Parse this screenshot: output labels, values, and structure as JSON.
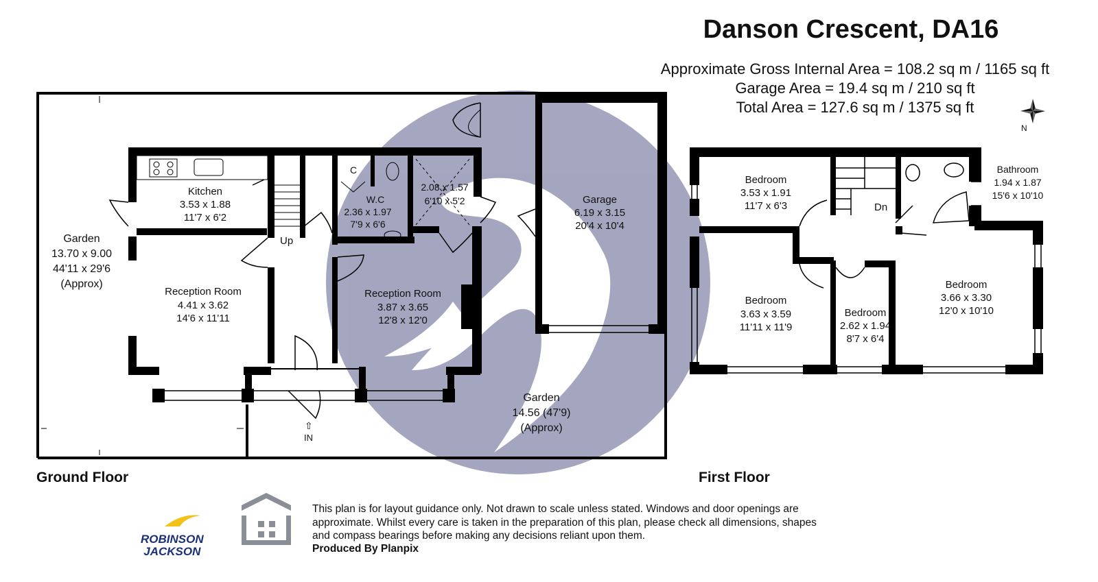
{
  "header": {
    "title": "Danson Crescent, DA16",
    "areas": [
      "Approximate Gross Internal Area = 108.2 sq m / 1165 sq ft",
      "Garage Area = 19.4 sq m / 210 sq ft",
      "Total Area = 127.6 sq m / 1375 sq ft"
    ]
  },
  "compass": {
    "label": "N"
  },
  "ground_floor": {
    "label": "Ground Floor",
    "rooms": [
      {
        "name": "Kitchen",
        "metric": "3.53 x 1.88",
        "imperial": "11'7 x 6'2"
      },
      {
        "name": "W.C",
        "metric": "2.36 x 1.97",
        "imperial": "7'9 x 6'6"
      },
      {
        "name": "",
        "metric": "2.08 x 1.57",
        "imperial": "6'10 x 5'2"
      },
      {
        "name": "Garage",
        "metric": "6.19 x 3.15",
        "imperial": "20'4 x 10'4"
      },
      {
        "name": "Reception Room",
        "metric": "4.41 x 3.62",
        "imperial": "14'6 x 11'11"
      },
      {
        "name": "Reception Room",
        "metric": "3.87 x 3.65",
        "imperial": "12'8 x 12'0"
      }
    ],
    "gardens": [
      {
        "name": "Garden",
        "metric": "13.70 x 9.00",
        "imperial": "44'11 x 29'6",
        "note": "(Approx)"
      },
      {
        "name": "Garden",
        "metric": "14.56 (47'9)",
        "note": "(Approx)"
      }
    ],
    "cupboard": "C",
    "stairs": "Up",
    "entrance": "IN"
  },
  "first_floor": {
    "label": "First Floor",
    "rooms": [
      {
        "name": "Bedroom",
        "metric": "3.53 x 1.91",
        "imperial": "11'7 x 6'3"
      },
      {
        "name": "Bathroom",
        "metric": "1.94 x 1.87",
        "imperial": "15'6 x 10'10"
      },
      {
        "name": "Bedroom",
        "metric": "3.63 x 3.59",
        "imperial": "11'11 x 11'9"
      },
      {
        "name": "Bedroom",
        "metric": "2.62 x 1.94",
        "imperial": "8'7 x 6'4"
      },
      {
        "name": "Bedroom",
        "metric": "3.66 x 3.30",
        "imperial": "12'0 x 10'10"
      }
    ],
    "stairs": "Dn"
  },
  "footer": {
    "disclaimer": "This plan is for layout guidance only. Not drawn to scale unless stated. Windows and door openings are approximate. Whilst every care is taken in the preparation of this plan, please check all dimensions, shapes and compass bearings before making any decisions reliant upon them.",
    "produced_by": "Produced By Planpix",
    "brand_line1": "ROBINSON",
    "brand_line2": "JACKSON"
  },
  "colors": {
    "wall": "#000000",
    "watermark": "#5b5e8c",
    "brand": "#1a2f7a",
    "brand_accent": "#f2c21b",
    "planpix_logo": "#8a8f97"
  }
}
